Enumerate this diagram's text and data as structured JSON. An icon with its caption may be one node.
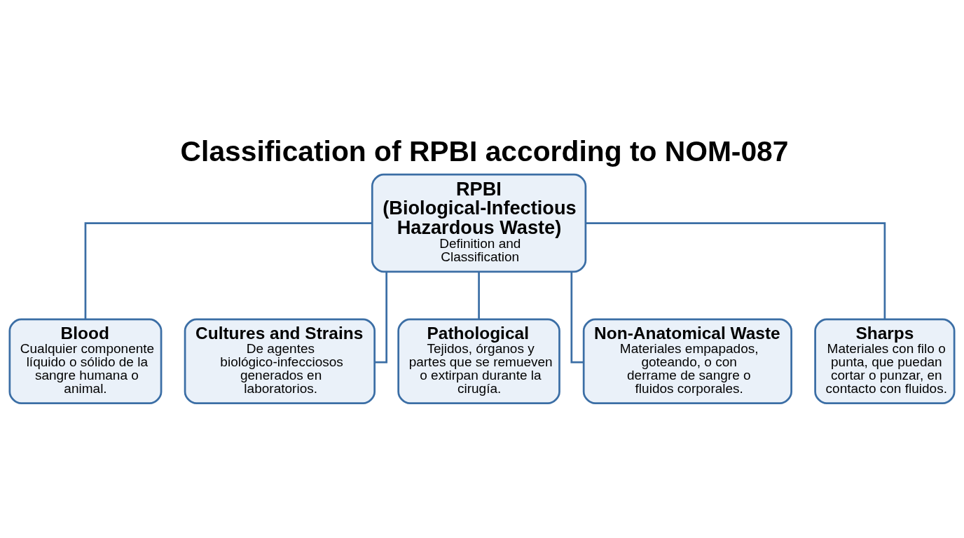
{
  "diagram": {
    "title": "Classification of RPBI according to NOM-087",
    "nodes": [
      {
        "text": [
          "RPBI (Biological-Infectious Hazardous Waste)",
          "Definition and Classification"
        ]
      },
      {
        "text": [
          "Blood",
          "Cualquier componente líquido o sólido de la sangre humana o animal."
        ]
      },
      {
        "text": [
          "Cultures and Strains",
          "De agentes biológico-infecciosos generados en laboratorios."
        ]
      },
      {
        "text": [
          "Pathological",
          "Tejidos, órganos y partes que se remueven o extirpan durante la cirugía."
        ]
      },
      {
        "text": [
          "Non-Anatomical Waste",
          "Materiales empapados, goteando, o con derrame de sangre o fluidos corporales."
        ]
      },
      {
        "text": [
          "Sharps",
          "Materiales con filo o punta, que puedan cortar o punzar, en contacto con fluidos."
        ]
      }
    ],
    "edges": [
      {
        "from": 0,
        "to": 1,
        "arrow": "none"
      },
      {
        "from": 0,
        "to": 2,
        "arrow": "none"
      },
      {
        "from": 0,
        "to": 3,
        "arrow": "none"
      },
      {
        "from": 0,
        "to": 4,
        "arrow": "none"
      },
      {
        "from": 0,
        "to": 5,
        "arrow": "none"
      }
    ]
  }
}
